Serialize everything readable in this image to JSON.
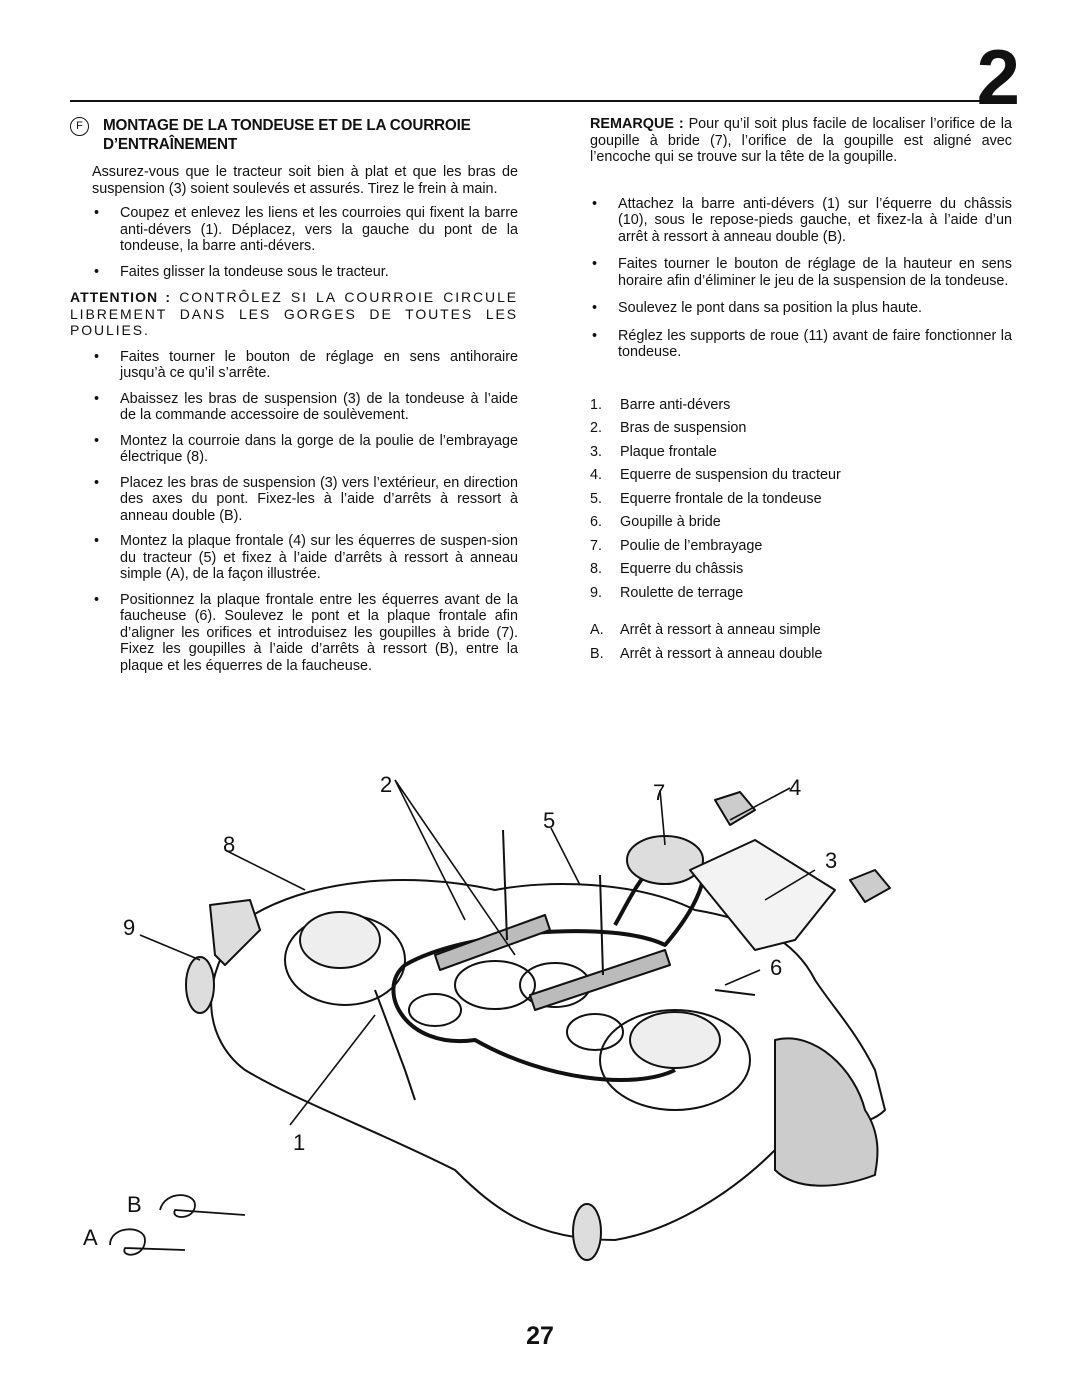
{
  "chapter": "2",
  "page_number": "27",
  "section": {
    "letter": "F",
    "title": "MONTAGE DE LA TONDEUSE ET DE LA COURROIE D’ENTRAÎNEMENT"
  },
  "intro": "Assurez-vous que le tracteur soit bien à plat et que les bras de suspension (3) soient soulevés et assurés. Tirez le frein à main.",
  "left_bullets_1": [
    "Coupez et enlevez les liens et les courroies qui fixent la barre anti-dévers (1). Déplacez, vers la gauche du pont de la tondeuse, la barre anti-dévers.",
    "Faites glisser la tondeuse sous le tracteur."
  ],
  "attention": {
    "label": "ATTENTION :",
    "text": "CONTRÔLEZ SI LA COURROIE CIRCULE LIBREMENT DANS LES GORGES DE TOUTES LES POULIES."
  },
  "left_bullets_2": [
    "Faites tourner le bouton de réglage en sens antihoraire jusqu’à ce qu’il s’arrête.",
    "Abaissez les bras de suspension (3) de la tondeuse à l’aide de la commande accessoire de soulèvement.",
    "Montez la courroie dans la gorge de la poulie de l’embrayage électrique (8).",
    "Placez les bras de suspension (3) vers l’extérieur, en direction des axes du pont. Fixez-les à l’aide d’arrêts à ressort à anneau double (B).",
    "Montez la plaque frontale (4) sur les équerres de suspen-sion du tracteur (5) et fixez à l’aide d’arrêts à ressort à anneau simple (A), de la façon illustrée.",
    "Positionnez la plaque frontale entre les équerres avant de la faucheuse (6). Soulevez le pont et la plaque frontale afin d’aligner les orifices et introduisez les goupilles à bride (7). Fixez les goupilles à l’aide d’arrêts à ressort (B), entre la plaque et les équerres de la faucheuse."
  ],
  "remark": {
    "label": "REMARQUE :",
    "text": "Pour qu’il soit plus facile de localiser l’orifice de la goupille à bride (7), l’orifice de la goupille est aligné avec l’encoche qui se trouve sur la tête de la goupille."
  },
  "right_bullets": [
    "Attachez la barre anti-dévers (1) sur l’équerre du châssis (10), sous le repose-pieds gauche, et fixez-la à l’aide d’un arrêt à ressort à anneau double (B).",
    "Faites tourner le bouton de réglage de la hauteur en sens horaire afin d’éliminer le jeu de la suspension de la tondeuse.",
    "Soulevez le pont dans sa position la plus haute.",
    "Réglez les supports de roue (11) avant de faire fonctionner la tondeuse."
  ],
  "legend_numbers": [
    {
      "key": "1.",
      "label": "Barre anti-dévers"
    },
    {
      "key": "2.",
      "label": "Bras de suspension"
    },
    {
      "key": "3.",
      "label": "Plaque frontale"
    },
    {
      "key": "4.",
      "label": "Equerre de suspension du tracteur"
    },
    {
      "key": "5.",
      "label": "Equerre frontale de la tondeuse"
    },
    {
      "key": "6.",
      "label": "Goupille à bride"
    },
    {
      "key": "7.",
      "label": "Poulie de l’embrayage"
    },
    {
      "key": "8.",
      "label": "Equerre du châssis"
    },
    {
      "key": "9.",
      "label": "Roulette de terrage"
    }
  ],
  "legend_letters": [
    {
      "key": "A.",
      "label": "Arrêt à ressort à anneau simple"
    },
    {
      "key": "B.",
      "label": "Arrêt à ressort à anneau double"
    }
  ],
  "figure_callouts": {
    "c1": "1",
    "c2": "2",
    "c3": "3",
    "c4": "4",
    "c5": "5",
    "c6": "6",
    "c7": "7",
    "c8": "8",
    "c9": "9",
    "cA": "A",
    "cB": "B"
  },
  "bullet_glyph": "•"
}
